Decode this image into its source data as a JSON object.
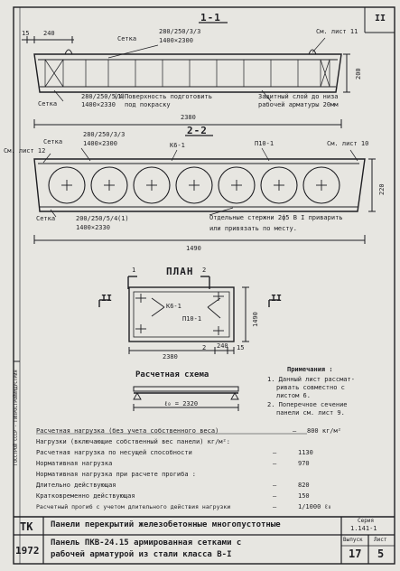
{
  "sheet_no": "II",
  "sec1": {
    "title": "1-1",
    "dim_15": "15",
    "dim_240": "240",
    "setka_label": "Сетка",
    "setka_spec": "280/250/3/3",
    "setka_size": "1400×2300",
    "sm_list_11": "См. лист 11",
    "height_200": "200",
    "setka2_spec": "280/250/5/4",
    "setka2_size": "1400×2330",
    "setka2_label": "Сетка",
    "setka2_mark": "(1)",
    "surface_note1": "Поверхность подготовить",
    "surface_note2": "под покраску",
    "cover_note1": "Защитный слой до низа",
    "cover_note2": "рабочей арматуры 20мм",
    "length_2380": "2380"
  },
  "sec2": {
    "title": "2-2",
    "setka_label": "Сетка",
    "setka_spec": "280/250/3/3",
    "setka_size": "1400×2300",
    "sm_list_12": "См. лист 12",
    "k61": "К6-1",
    "p101": "П10-1",
    "sm_list_10": "См. лист 10",
    "height_220": "220",
    "setka2_label": "Сетка",
    "setka2_spec": "200/250/5/4",
    "setka2_size": "1400×2330",
    "setka2_mark": "(1)",
    "rods_note1": "Отдельные стержни 2ф5 В I приварить",
    "rods_note2": "или привязать по месту.",
    "width_1490": "1490"
  },
  "plan": {
    "title": "ПЛАН",
    "marker_1": "1",
    "marker_2": "2",
    "marker_2b": "2",
    "roman_left": "II",
    "roman_right": "II",
    "k61": "К6-1",
    "p101": "П10-1",
    "dim_1490": "1490",
    "dim_2380": "2380",
    "dim_240": "240",
    "dim_15": "15"
  },
  "scheme": {
    "title": "Расчетная схема",
    "span": "ℓ₀ = 2320"
  },
  "notes": {
    "title": "Примечания :",
    "n1a": "1. Данный лист рассмат-",
    "n1b": "ривать совместно с",
    "n1c": "листом 6.",
    "n2a": "2. Поперечное сечение",
    "n2b": "панели см. лист 9."
  },
  "loads": [
    {
      "label": "Расчетная нагрузка (без учета собственного веса)",
      "dash": "—",
      "value": "800 кг/м²"
    },
    {
      "label": "Нагрузки (включающие собственный вес панели) кг/м²:",
      "dash": "",
      "value": ""
    },
    {
      "label": "Расчетная нагрузка по несущей способности",
      "dash": "—",
      "value": "1130"
    },
    {
      "label": "Нормативная нагрузка",
      "dash": "—",
      "value": "970"
    },
    {
      "label": "Нормативная нагрузка при расчете прогиба :",
      "dash": "",
      "value": ""
    },
    {
      "label": "Длительно действующая",
      "dash": "—",
      "value": "820"
    },
    {
      "label": "Кратковременно действующая",
      "dash": "—",
      "value": "150"
    },
    {
      "label": "Расчетный прогиб с учетом длительного действия нагрузки",
      "dash": "—",
      "value": "1/1000 ℓ₀"
    }
  ],
  "margin_text": "ГОССТРОЙ СССР - ГИПРОСТРОЙИНДУСТРИЯ",
  "title_block": {
    "tk": "ТК",
    "year": "1972",
    "title1": "Панели перекрытий железобетонные многопустотные",
    "title2a": "Панель ПКВ-24.15 армированная сетками с",
    "title2b": "рабочей арматурой из стали класса В-I",
    "seria_label": "Серия",
    "seria_value": "1.141-1",
    "vypusk_label": "Выпуск",
    "vypusk_value": "17",
    "list_label": "Лист",
    "list_value": "5"
  },
  "colors": {
    "paper": "#e7e6e1",
    "ink": "#1e1e22",
    "border": "#8a8d8e"
  }
}
